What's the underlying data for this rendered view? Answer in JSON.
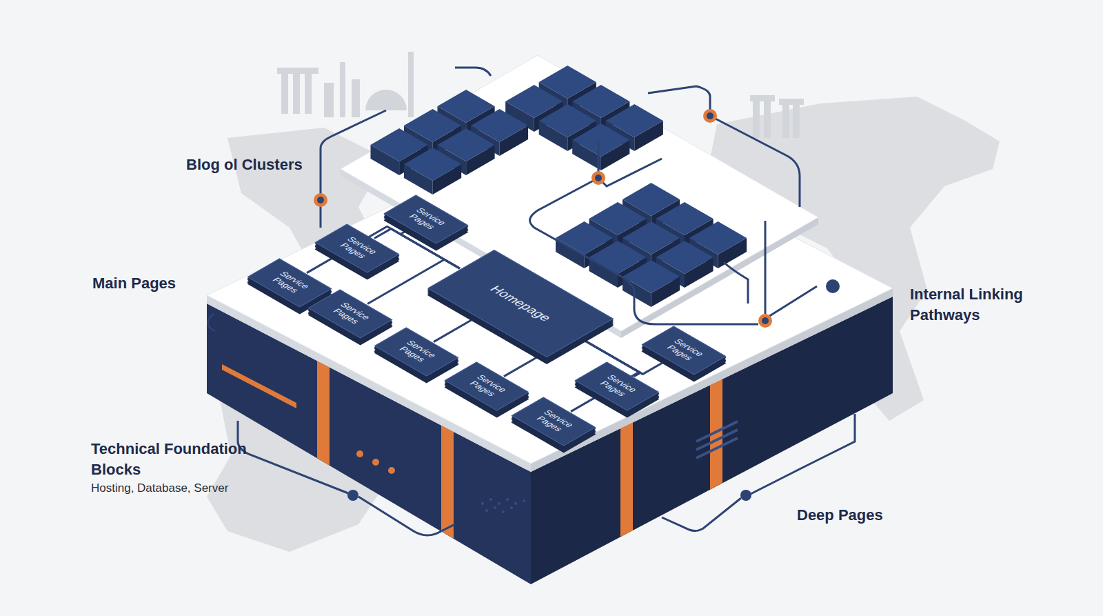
{
  "diagram": {
    "nodes": [
      {
        "text": [
          "Service Pages"
        ]
      },
      {
        "text": [
          "Service Pages"
        ]
      },
      {
        "text": [
          "Service Pages"
        ]
      },
      {
        "text": [
          "Homepage"
        ]
      },
      {
        "text": [
          "Service Pages"
        ]
      },
      {
        "text": [
          "Service Pages"
        ]
      },
      {
        "text": [
          "Service Pages"
        ]
      },
      {
        "text": [
          "Service Pages"
        ]
      },
      {
        "text": [
          "Service Pages"
        ]
      },
      {
        "text": [
          "Service Pages"
        ]
      }
    ],
    "edges": [
      {
        "from": 3,
        "to": 0,
        "arrow": "none"
      },
      {
        "from": 3,
        "to": 1,
        "arrow": "none"
      },
      {
        "from": 3,
        "to": 2,
        "arrow": "none"
      },
      {
        "from": 3,
        "to": 4,
        "arrow": "none"
      },
      {
        "from": 3,
        "to": 5,
        "arrow": "none"
      },
      {
        "from": 3,
        "to": 6,
        "arrow": "none"
      },
      {
        "from": 3,
        "to": 7,
        "arrow": "none"
      },
      {
        "from": 3,
        "to": 8,
        "arrow": "none"
      },
      {
        "from": 3,
        "to": 9,
        "arrow": "none"
      }
    ],
    "labels": [
      "Blog ol Clusters",
      "Main Pages",
      "Internal Linking Pathways",
      "Technical Foundation Blocks",
      "Hosting, Database, Server",
      "Deep Pages"
    ]
  }
}
